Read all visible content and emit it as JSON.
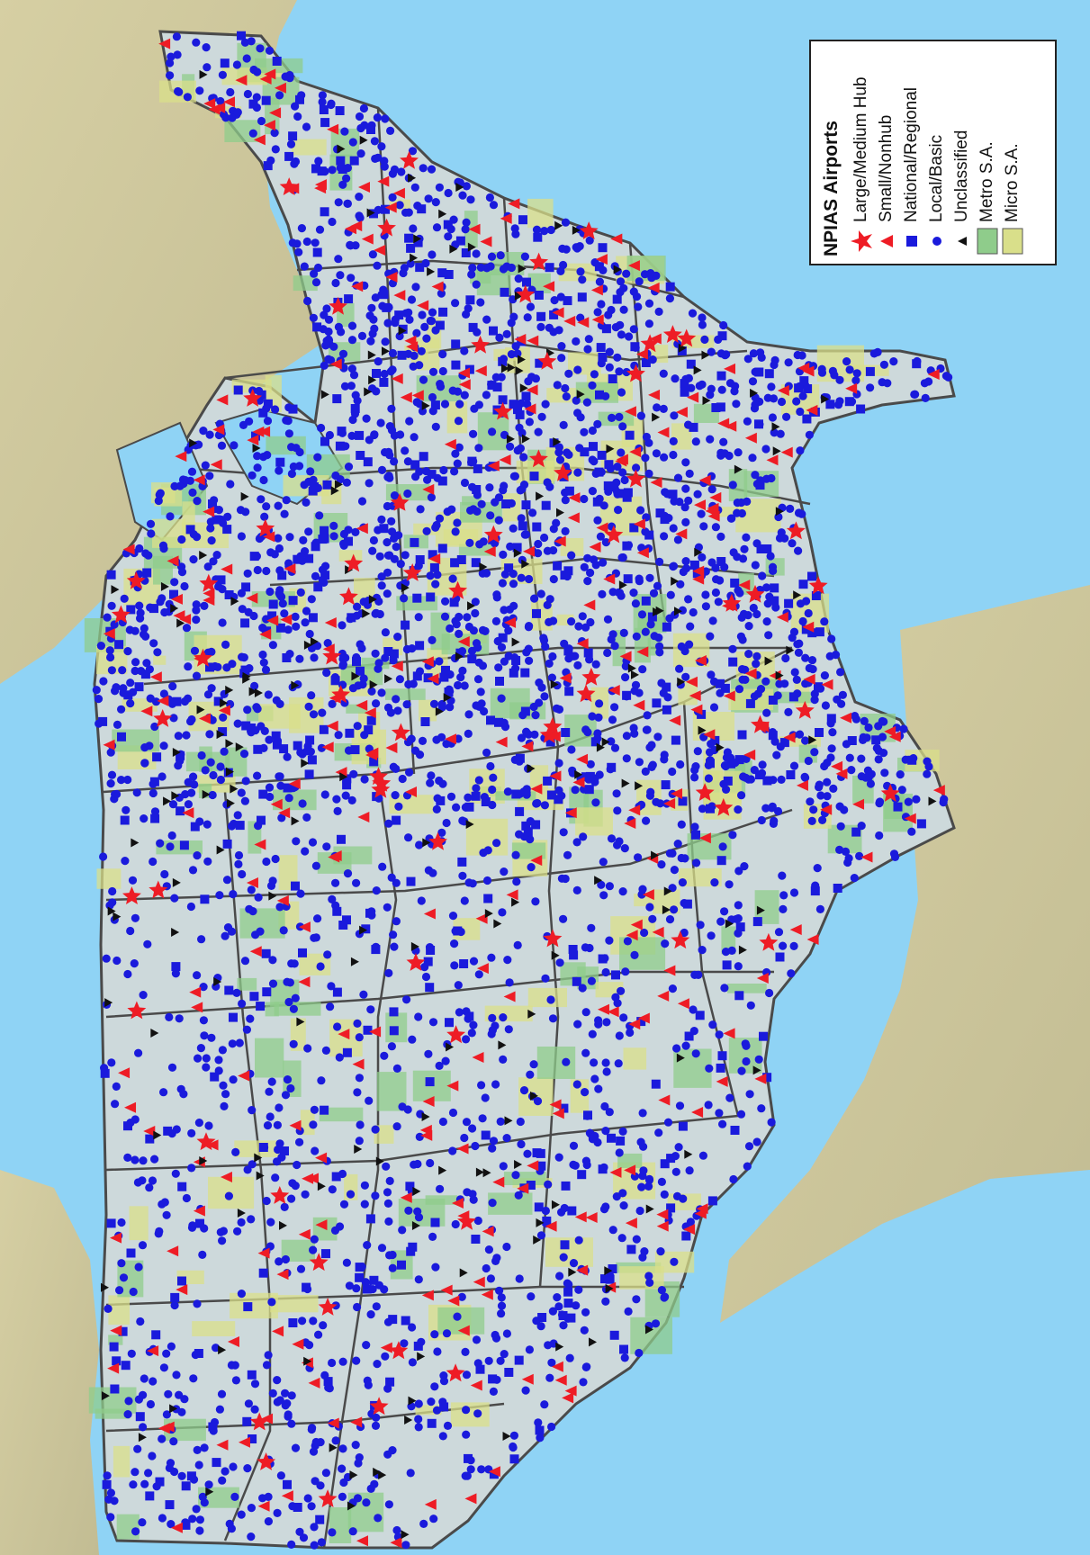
{
  "legend": {
    "title": "NPIAS Airports",
    "items": [
      {
        "label": "Large/Medium Hub",
        "icon": "star-icon",
        "color": "#ee1c25"
      },
      {
        "label": "Small/Nonhub",
        "icon": "triangle-icon",
        "color": "#ee1c25"
      },
      {
        "label": "National/Regional",
        "icon": "square-icon",
        "color": "#1a1adc"
      },
      {
        "label": "Local/Basic",
        "icon": "circle-icon",
        "color": "#1a1adc"
      },
      {
        "label": "Unclassified",
        "icon": "triangle-icon",
        "color": "#111111"
      },
      {
        "label": "Metro S.A.",
        "icon": "swatch-icon",
        "color": "#8fcc8b"
      },
      {
        "label": "Micro S.A.",
        "icon": "swatch-icon",
        "color": "#d9df8a"
      }
    ]
  },
  "colors": {
    "water": "#8fd3f5",
    "land_outside": "#c9c39b",
    "land_us": "#cdd9db",
    "borders": "#4a4a4a"
  }
}
